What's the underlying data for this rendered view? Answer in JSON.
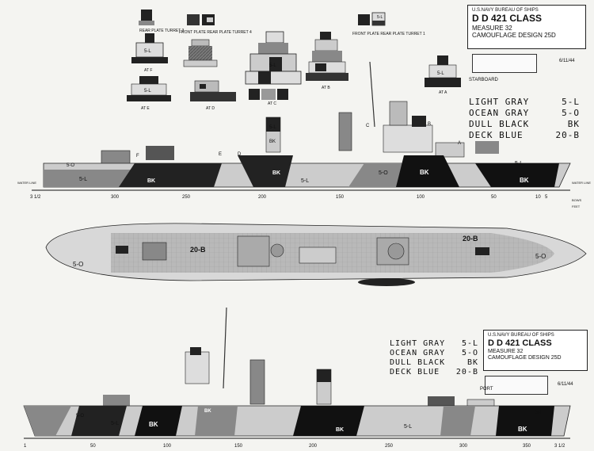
{
  "title_block_top": {
    "org": "U.S.NAVY   BUREAU OF SHIPS",
    "ship_class": "D D 421 CLASS",
    "measure": "MEASURE 32",
    "design": "CAMOUFLAGE DESIGN 25D",
    "side": "STARBOARD",
    "date": "6/11/44"
  },
  "title_block_bottom": {
    "org": "U.S.NAVY   BUREAU OF SHIPS",
    "ship_class": "D D 421 CLASS",
    "measure": "MEASURE 32",
    "design": "CAMOUFLAGE DESIGN 25D",
    "side": "PORT",
    "date": "6/11/44"
  },
  "legend": [
    {
      "name": "LIGHT GRAY",
      "code": "5-L",
      "color": "#cfcfcf"
    },
    {
      "name": "OCEAN GRAY",
      "code": "5-O",
      "color": "#8e8e8e"
    },
    {
      "name": "DULL BLACK",
      "code": "BK",
      "color": "#111111"
    },
    {
      "name": "DECK BLUE",
      "code": "20-B",
      "color": "#5c5c5c"
    }
  ],
  "detail_labels": {
    "rear_plate_turret3": "REAR PLATE\nTURRET 3",
    "front_rear_plate_turret4": "FRONT PLATE  REAR PLATE\nTURRET 4",
    "front_rear_plate_turret1": "FRONT PLATE  REAR PLATE\nTURRET 1",
    "at_f": "AT F",
    "at_e": "AT E",
    "at_d": "AT D",
    "at_c": "AT C",
    "at_b": "AT B",
    "at_a": "AT A"
  },
  "profile_patch_labels": [
    "5-L",
    "BK",
    "5-L",
    "5-O",
    "BK",
    "5-L",
    "BK",
    "5-O",
    "BK"
  ],
  "station_labels": [
    "A",
    "B",
    "C",
    "D",
    "E",
    "F"
  ],
  "scale_top": [
    "3 1/2",
    "300",
    "250",
    "200",
    "150",
    "100",
    "50",
    "10",
    "5"
  ],
  "scale_top_right": [
    "WATER LINE",
    "BOWS",
    "FEET"
  ],
  "scale_left": "WATER LINE",
  "deck_labels": [
    "5-O",
    "20-B",
    "20-B",
    "5-O"
  ],
  "bottom_patch_labels": [
    "5-L",
    "BK",
    "BK",
    "5-L",
    "BK",
    "5-L",
    "BK",
    "5-O"
  ],
  "scale_bottom": [
    "1",
    "50",
    "100",
    "150",
    "200",
    "250",
    "300",
    "350",
    "3 1/2"
  ]
}
